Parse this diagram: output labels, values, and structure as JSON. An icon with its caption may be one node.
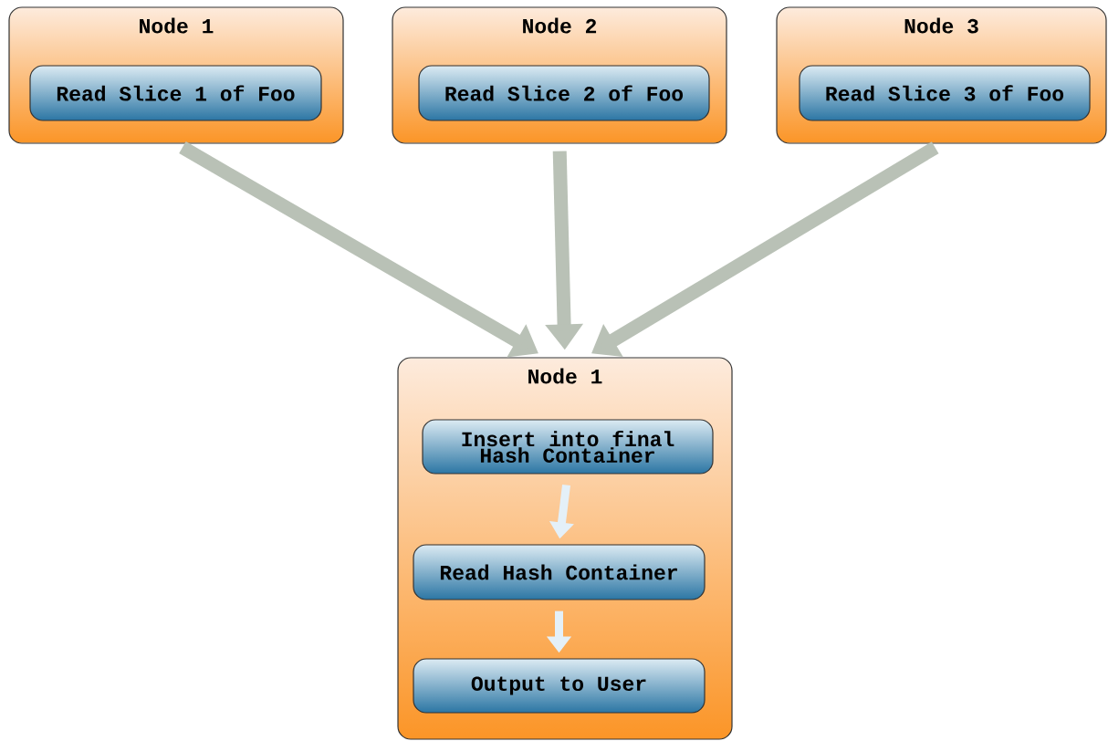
{
  "diagram": {
    "nodes": [
      {
        "text": [
          "Node 1"
        ]
      },
      {
        "text": [
          "Read Slice 1 of Foo"
        ],
        "in": 0
      },
      {
        "text": [
          "Node 2"
        ]
      },
      {
        "text": [
          "Read Slice 2 of Foo"
        ],
        "in": 2
      },
      {
        "text": [
          "Node 3"
        ]
      },
      {
        "text": [
          "Read Slice 3 of Foo"
        ],
        "in": 4
      },
      {
        "text": [
          "Node 1"
        ]
      },
      {
        "text": [
          "Insert into final Hash Container"
        ],
        "in": 6
      },
      {
        "text": [
          "Read Hash Container"
        ],
        "in": 6
      },
      {
        "text": [
          "Output to User"
        ],
        "in": 6
      }
    ],
    "edges": [
      {
        "from": 0,
        "to": 6,
        "arrow": "to"
      },
      {
        "from": 2,
        "to": 6,
        "arrow": "to"
      },
      {
        "from": 4,
        "to": 6,
        "arrow": "to"
      },
      {
        "from": 7,
        "to": 8,
        "arrow": "to"
      },
      {
        "from": 8,
        "to": 9,
        "arrow": "to"
      }
    ]
  }
}
